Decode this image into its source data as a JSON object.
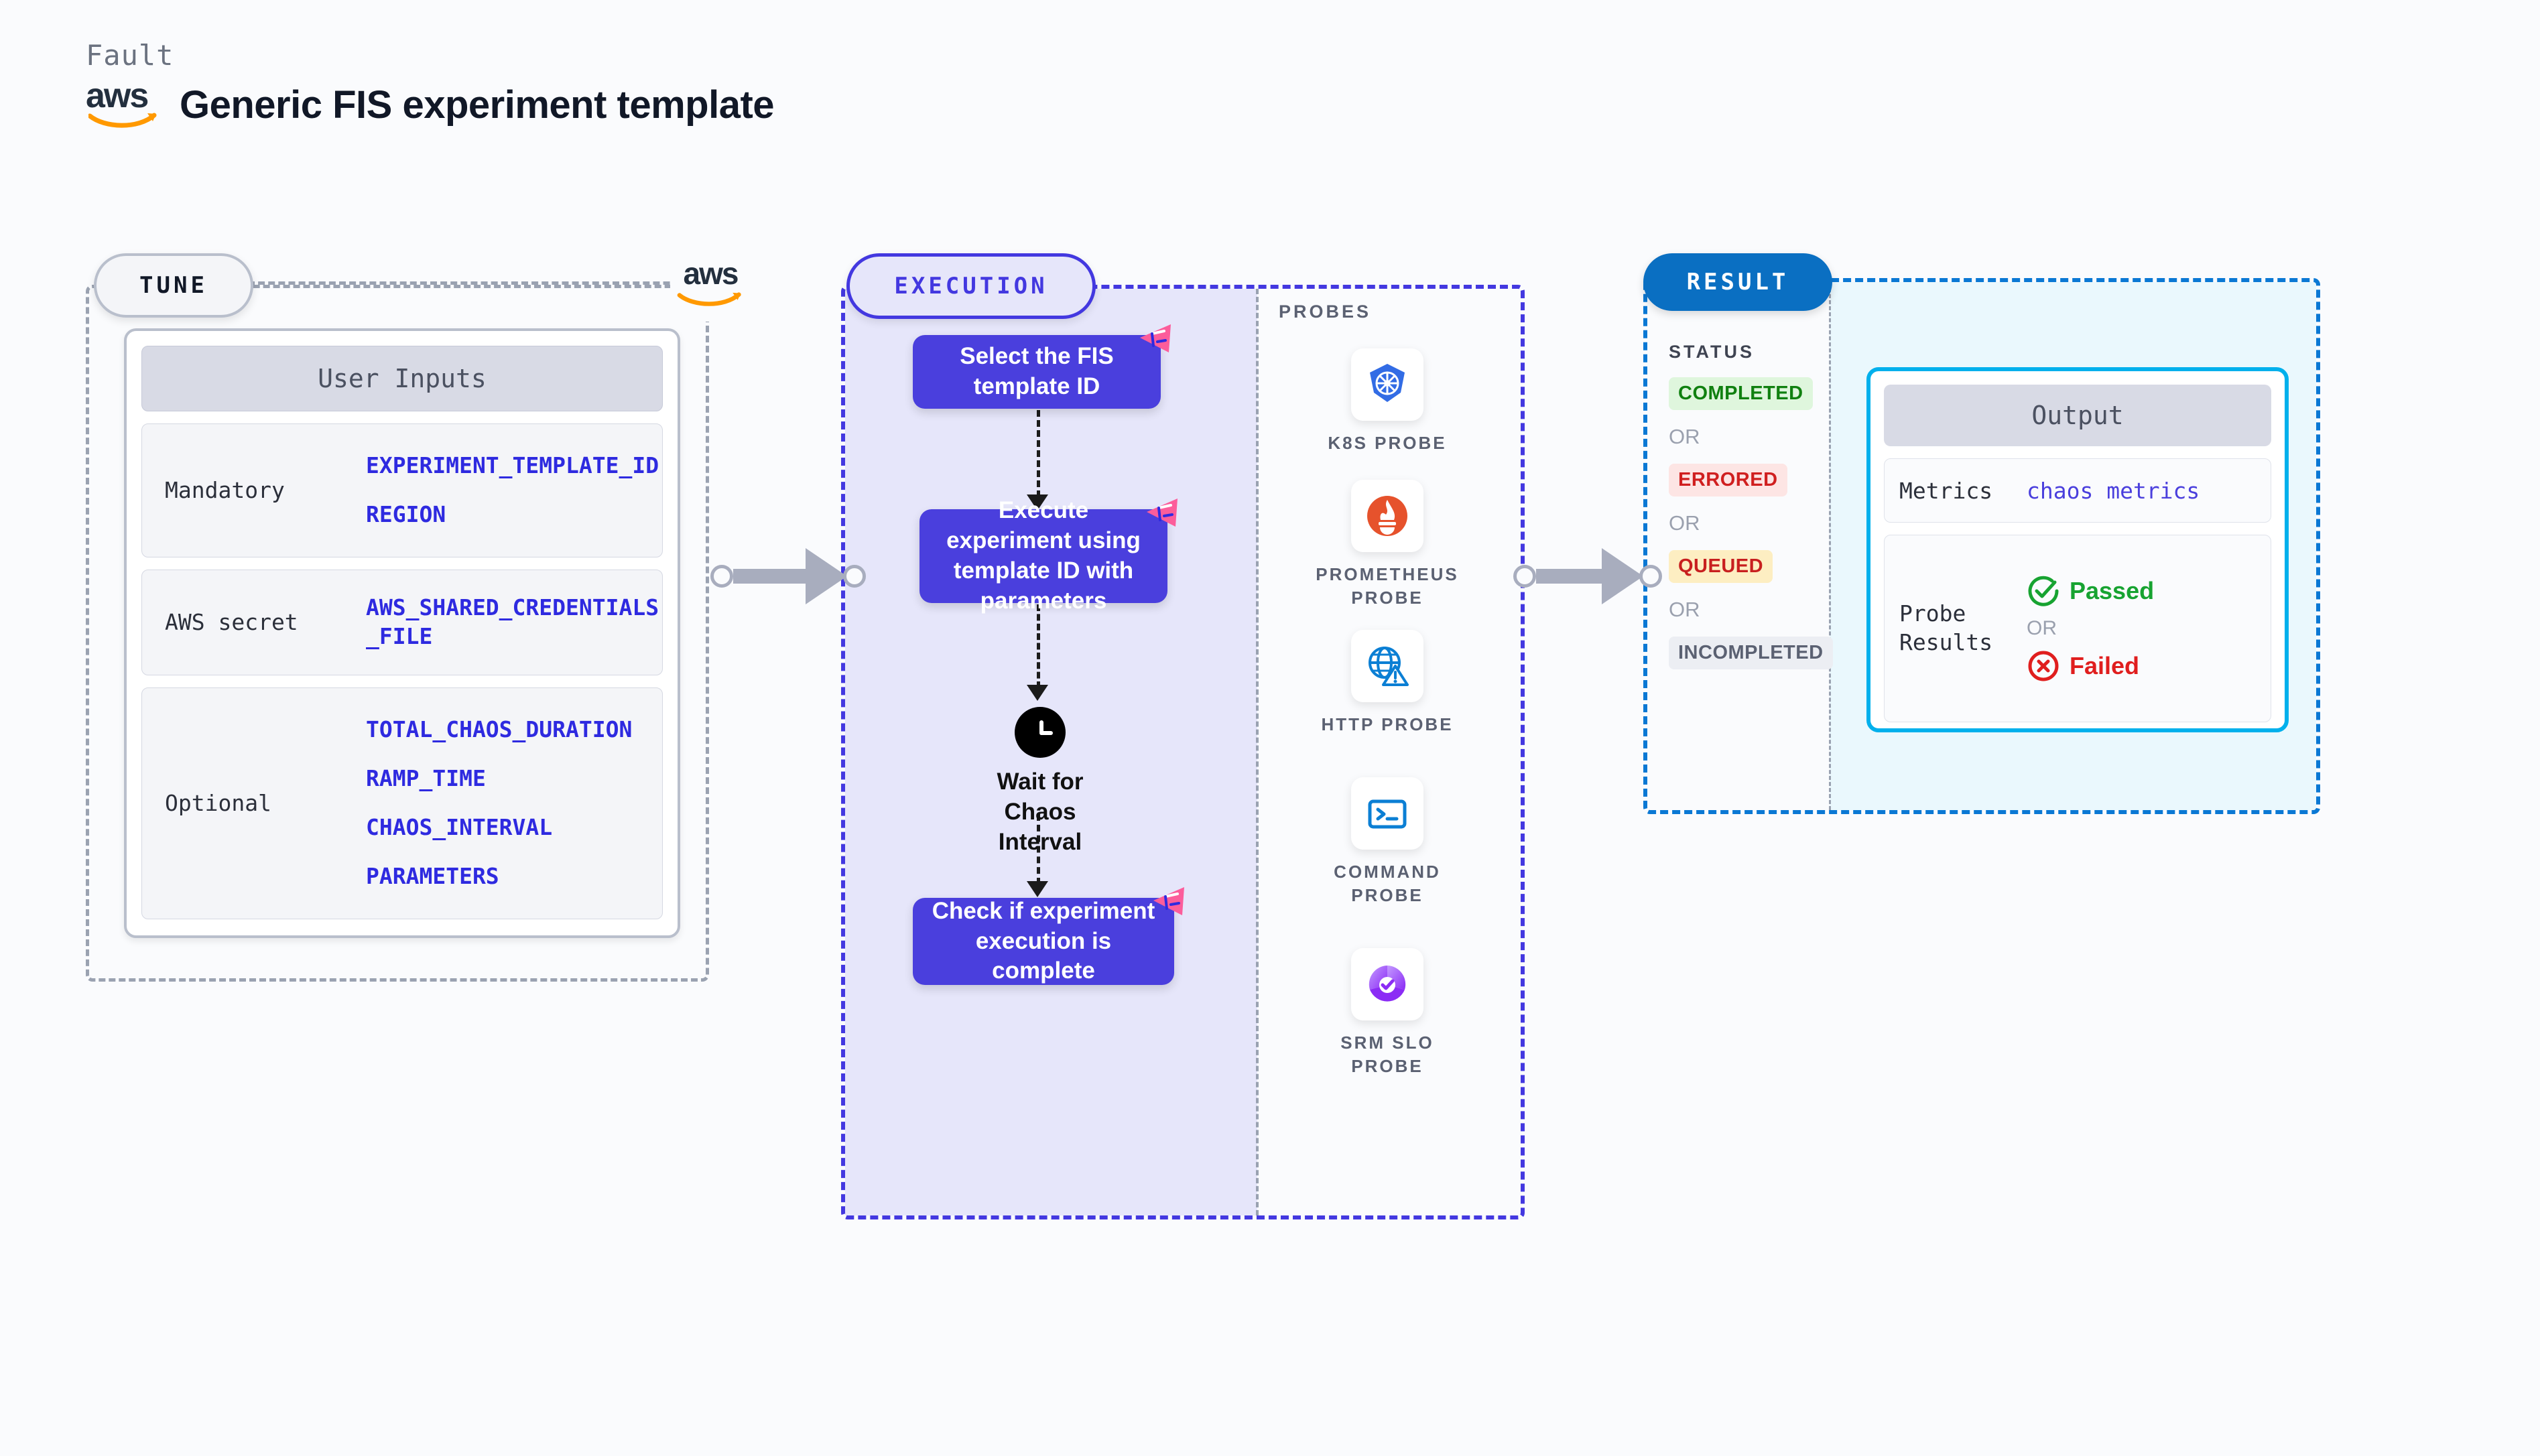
{
  "header": {
    "fault_label": "Fault",
    "brand": "aws",
    "title": "Generic FIS experiment template"
  },
  "tune": {
    "pill_label": "TUNE",
    "card_title": "User Inputs",
    "rows": [
      {
        "key": "Mandatory",
        "values": [
          "EXPERIMENT_TEMPLATE_ID",
          "REGION"
        ]
      },
      {
        "key": "AWS secret",
        "values": [
          "AWS_SHARED_CREDENTIALS\n_FILE"
        ]
      },
      {
        "key": "Optional",
        "values": [
          "TOTAL_CHAOS_DURATION",
          "RAMP_TIME",
          "CHAOS_INTERVAL",
          "PARAMETERS"
        ]
      }
    ]
  },
  "execution": {
    "pill_label": "EXECUTION",
    "nodes": [
      {
        "label": "Select the FIS template ID",
        "has_flag": true
      },
      {
        "label": "Execute experiment using template ID with parameters",
        "has_flag": true
      },
      {
        "label": "Wait for Chaos Interval",
        "icon": "clock-icon",
        "has_flag": false
      },
      {
        "label": "Check if experiment execution is complete",
        "has_flag": true
      }
    ]
  },
  "probes": {
    "title": "PROBES",
    "items": [
      {
        "label": "K8S PROBE",
        "icon": "kubernetes-icon"
      },
      {
        "label": "PROMETHEUS PROBE",
        "icon": "prometheus-icon"
      },
      {
        "label": "HTTP PROBE",
        "icon": "http-globe-icon"
      },
      {
        "label": "COMMAND PROBE",
        "icon": "terminal-icon"
      },
      {
        "label": "SRM SLO PROBE",
        "icon": "slo-donut-icon"
      }
    ]
  },
  "result": {
    "pill_label": "RESULT",
    "status_title": "STATUS",
    "or_label": "OR",
    "statuses": [
      {
        "label": "COMPLETED",
        "bg": "#dff6dd",
        "fg": "#108010"
      },
      {
        "label": "ERRORED",
        "bg": "#fde5e4",
        "fg": "#d01f1f"
      },
      {
        "label": "QUEUED",
        "bg": "#fdeec2",
        "fg": "#c81f1f"
      },
      {
        "label": "INCOMPLETED",
        "bg": "#eceef3",
        "fg": "#5b6172"
      }
    ],
    "output": {
      "title": "Output",
      "metrics_key": "Metrics",
      "metrics_value": "chaos metrics",
      "probe_results_key": "Probe Results",
      "passed_label": "Passed",
      "failed_label": "Failed",
      "or_label": "OR"
    }
  },
  "colors": {
    "background": "#fafbfd",
    "tune_border": "#9aa2b1",
    "execution_border": "#4338e0",
    "execution_fill": "#e6e6fa",
    "execution_node": "#4a3fdd",
    "result_border": "#0a78d4",
    "result_fill": "#eaf8fd",
    "result_pill": "#0a6fc2",
    "output_border": "#00b0ec",
    "variable_text": "#2e2ae0",
    "flag_badge": "#fc5d9b",
    "connector": "#a8adbe"
  }
}
